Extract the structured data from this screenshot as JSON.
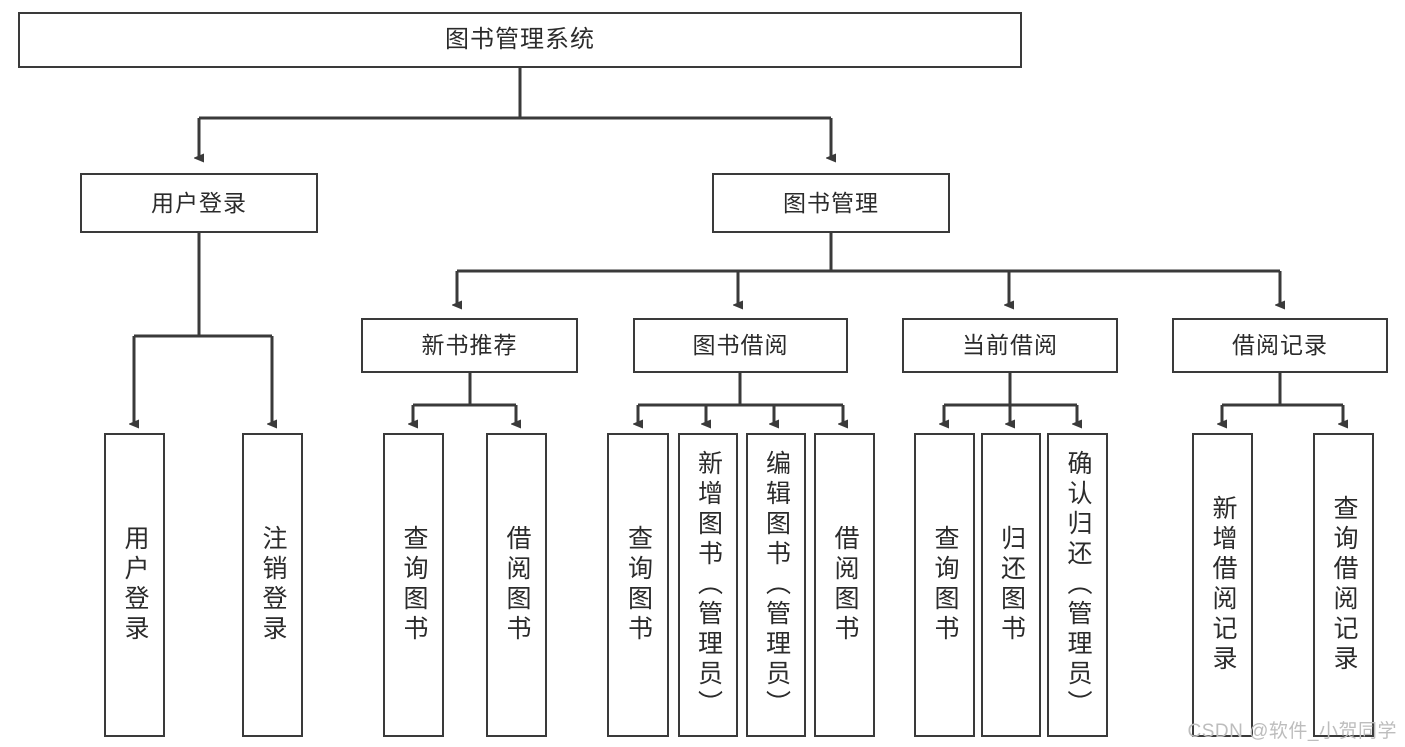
{
  "diagram": {
    "title": "图书管理系统",
    "type": "tree",
    "orientation": "top-down",
    "colors": {
      "stroke": "#3a3a3a",
      "fill": "#ffffff",
      "text": "#2b2b2b",
      "watermark": "#bdbdbd"
    },
    "root": {
      "label": "图书管理系统"
    },
    "level2": [
      {
        "label": "用户登录"
      },
      {
        "label": "图书管理"
      }
    ],
    "level3": [
      {
        "label": "新书推荐"
      },
      {
        "label": "图书借阅"
      },
      {
        "label": "当前借阅"
      },
      {
        "label": "借阅记录"
      }
    ],
    "leaves": {
      "user_login": [
        {
          "label": "用户登录"
        },
        {
          "label": "注销登录"
        }
      ],
      "new_book": [
        {
          "label": "查询图书"
        },
        {
          "label": "借阅图书"
        }
      ],
      "borrow": [
        {
          "label": "查询图书"
        },
        {
          "label": "新增图书（管理员）"
        },
        {
          "label": "编辑图书（管理员）"
        },
        {
          "label": "借阅图书"
        }
      ],
      "current": [
        {
          "label": "查询图书"
        },
        {
          "label": "归还图书"
        },
        {
          "label": "确认归还（管理员）"
        }
      ],
      "records": [
        {
          "label": "新增借阅记录"
        },
        {
          "label": "查询借阅记录"
        }
      ]
    }
  },
  "watermark": {
    "text": "CSDN @软件_小贺同学"
  }
}
